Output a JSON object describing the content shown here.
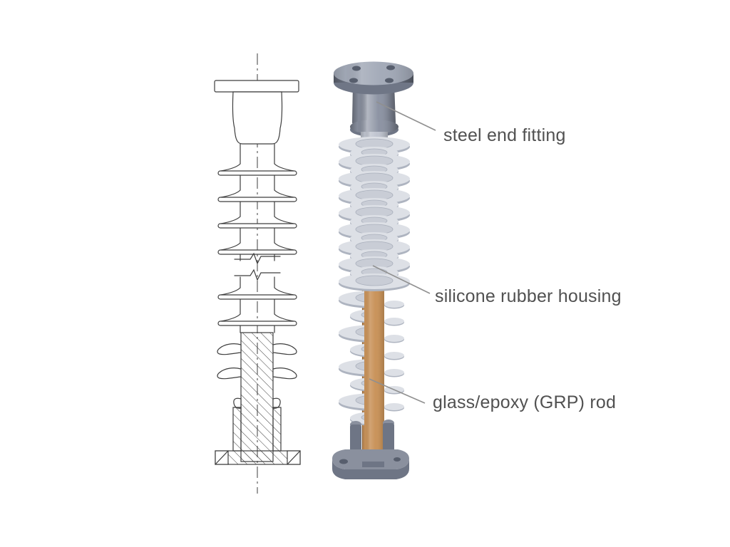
{
  "labels": [
    {
      "text": "steel end fitting"
    },
    {
      "text": "silicone rubber housing"
    },
    {
      "text": "glass/epoxy (GRP) rod"
    }
  ],
  "colors": {
    "background": "#ffffff",
    "label_text": "#515151",
    "leader": "#909090",
    "line": "#3e3e3e",
    "steel": "#8b92a2",
    "steel_light": "#a3aab8",
    "steel_dark": "#6f7686",
    "shed_top": "#dde0e6",
    "shed_deep": "#aeb4c0",
    "shed_hub": "#c9cdd6",
    "trunk": "#bfc4cf",
    "rod": "#c9935a",
    "rod_edge": "#8f6336",
    "base": "#6e7585",
    "base_light": "#8a909e",
    "bolt_hole": "#575e6d"
  }
}
